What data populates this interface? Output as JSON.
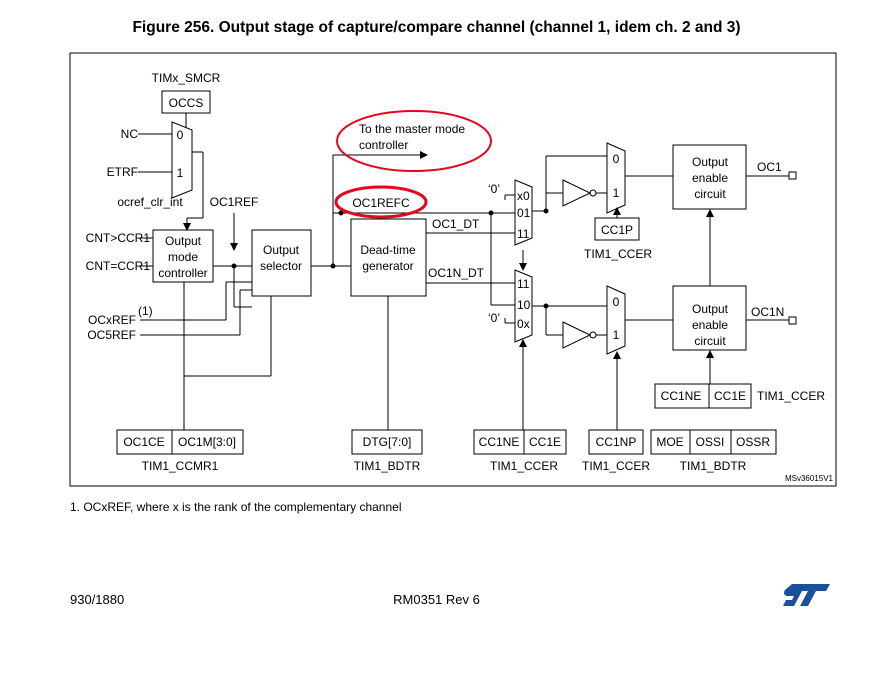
{
  "figure_title": "Figure 256. Output stage of capture/compare channel (channel 1, idem ch. 2 and 3)",
  "diagram": {
    "timx_smcr": "TIMx_SMCR",
    "occs": "OCCS",
    "nc": "NC",
    "etrf": "ETRF",
    "mux_in0": "0",
    "mux_in1": "1",
    "ocref_clr_int": "ocref_clr_int",
    "oc1ref": "OC1REF",
    "cnt_gt_ccr1": "CNT>CCR1",
    "cnt_eq_ccr1": "CNT=CCR1",
    "output_mode_controller": [
      "Output",
      "mode",
      "controller"
    ],
    "output_selector": [
      "Output",
      "selector"
    ],
    "ocxref": "OCxREF",
    "ocxref_note": "(1)",
    "oc5ref": "OC5REF",
    "master_mode_note": [
      "To the master mode",
      "controller"
    ],
    "oc1refc": "OC1REFC",
    "dead_time_generator": [
      "Dead-time",
      "generator"
    ],
    "oc1_dt": "OC1_DT",
    "oc1n_dt": "OC1N_DT",
    "zero_quote": "‘0’",
    "mux_top": [
      "x0",
      "01",
      "11"
    ],
    "mux_bottom": [
      "11",
      "10",
      "0x"
    ],
    "pol_in0": "0",
    "pol_in1": "1",
    "cc1p": "CC1P",
    "cc1np": "CC1NP",
    "output_enable_circuit": [
      "Output",
      "enable",
      "circuit"
    ],
    "oc1": "OC1",
    "oc1n": "OC1N",
    "cc1ne": "CC1NE",
    "cc1e": "CC1E",
    "tim1_ccer": "TIM1_CCER",
    "oc1ce": "OC1CE",
    "oc1m": "OC1M[3:0]",
    "tim1_ccmr1": "TIM1_CCMR1",
    "dtg": "DTG[7:0]",
    "tim1_bdtr": "TIM1_BDTR",
    "moe": "MOE",
    "ossi": "OSSI",
    "ossr": "OSSR",
    "msv_id": "MSv36015V1"
  },
  "footnote": "1.   OCxREF, where x is the rank of the complementary channel",
  "footer": {
    "page": "930/1880",
    "doc": "RM0351 Rev 6"
  },
  "colors": {
    "highlight": "#e3061c",
    "logo": "#1b4f9c"
  }
}
